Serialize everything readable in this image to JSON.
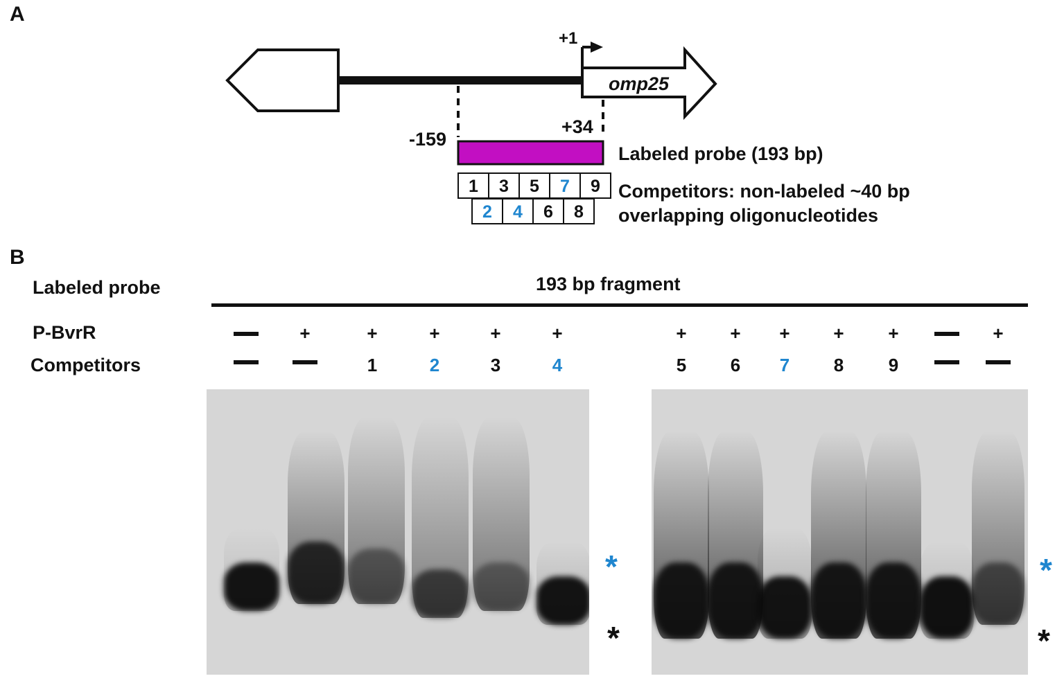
{
  "panel_a": {
    "letter": "A",
    "tss_label": "+1",
    "gene_label": "omp25",
    "left_coord": "-159",
    "right_coord": "+34",
    "probe_label": "Labeled probe (193 bp)",
    "probe_color": "#c20fc2",
    "competitor_label_line1": "Competitors: non-labeled ~40 bp",
    "competitor_label_line2": "overlapping oligonucleotides",
    "top_row": [
      "1",
      "3",
      "5",
      "7",
      "9"
    ],
    "bottom_row": [
      "2",
      "4",
      "6",
      "8"
    ],
    "binding_color": "#1f86cf"
  },
  "panel_b": {
    "letter": "B",
    "labeled_probe_label": "Labeled probe",
    "fragment_label": "193 bp fragment",
    "pbvrr_label": "P-BvrR",
    "competitors_label": "Competitors",
    "left_gel": {
      "pbvrr": [
        "-",
        "+",
        "+",
        "+",
        "+",
        "+"
      ],
      "competitors": [
        "-",
        "-",
        "1",
        "2",
        "3",
        "4"
      ],
      "competitor_blue": [
        false,
        false,
        false,
        true,
        false,
        true
      ]
    },
    "right_gel": {
      "pbvrr": [
        "+",
        "+",
        "+",
        "+",
        "+",
        "-",
        "+"
      ],
      "competitors": [
        "5",
        "6",
        "7",
        "8",
        "9",
        "-",
        "-"
      ],
      "competitor_blue": [
        false,
        false,
        true,
        false,
        false,
        false,
        false
      ]
    },
    "complex_marker": "*",
    "free_probe_marker": "*"
  }
}
